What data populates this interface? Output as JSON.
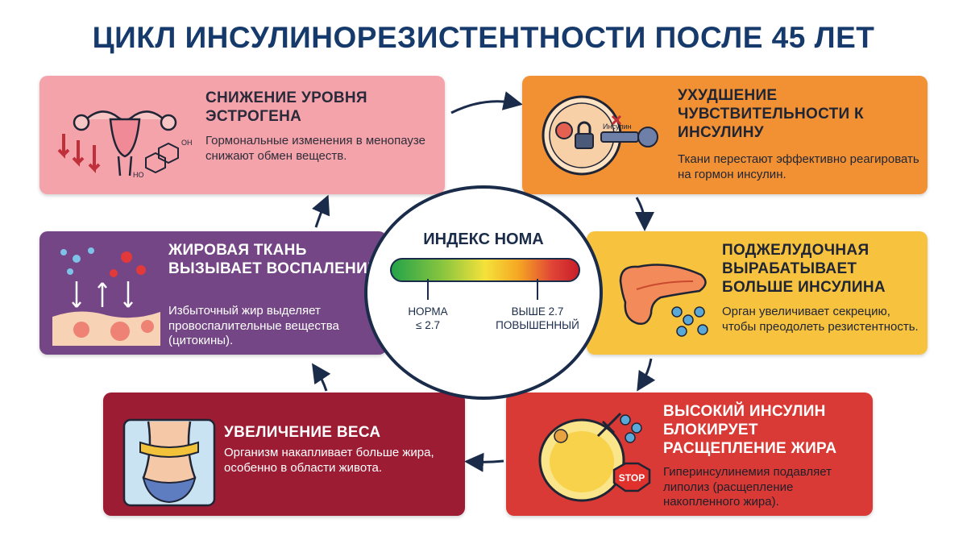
{
  "title": "ЦИКЛ ИНСУЛИНОРЕЗИСТЕНТНОСТИ ПОСЛЕ 45 ЛЕТ",
  "center": {
    "title": "ИНДЕКС НОМА",
    "normal_line1": "НОРМА",
    "normal_line2": "≤ 2.7",
    "high_line1": "ВЫШЕ 2.7",
    "high_line2": "ПОВЫШЕННЫЙ"
  },
  "cards": [
    {
      "title": "СНИЖЕНИЕ УРОВНЯ ЭСТРОГЕНА",
      "text": "Гормональные изменения в менопаузе снижают обмен веществ.",
      "icon": "uterus-hormone-icon",
      "color": "#f5a3ab"
    },
    {
      "title": "УХУДШЕНИЕ ЧУВСТВИТЕЛЬНОСТИ К ИНСУЛИНУ",
      "text": "Ткани перестают эффективно реагировать на гормон инсулин.",
      "icon": "cell-lock-key-icon",
      "key_label": "Инсулин",
      "color": "#f29133"
    },
    {
      "title": "ПОДЖЕЛУДОЧНАЯ ВЫРАБАТЫВАЕТ БОЛЬШЕ ИНСУЛИНА",
      "text": "Орган увеличивает секрецию, чтобы преодолеть резистентность.",
      "icon": "pancreas-icon",
      "color": "#f7c23e"
    },
    {
      "title": "ВЫСОКИЙ ИНСУЛИН БЛОКИРУЕТ РАСЩЕПЛЕНИЕ ЖИРА",
      "text": "Гиперинсулинемия подавляет липолиз (расщепление накопленного жира).",
      "icon": "fat-cell-stop-icon",
      "stop_label": "STOP",
      "color": "#d93a36"
    },
    {
      "title": "УВЕЛИЧЕНИЕ ВЕСА",
      "text": "Организм накапливает больше жира, особенно в области живота.",
      "icon": "waist-measure-icon",
      "color": "#9c1c33"
    },
    {
      "title": "ЖИРОВАЯ ТКАНЬ ВЫЗЫВАЕТ ВОСПАЛЕНИЕ",
      "text": "Избыточный жир выделяет провоспалительные вещества (цитокины).",
      "icon": "inflamed-tissue-icon",
      "color": "#744685"
    }
  ],
  "hormone_label": "OH",
  "hormone_label2": "HO"
}
